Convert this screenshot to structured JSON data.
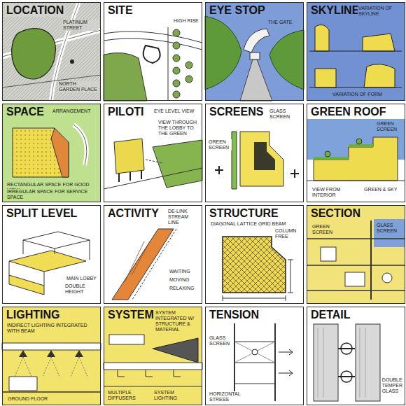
{
  "diagram": {
    "nodes": [
      {
        "text": [
          "LOCATION"
        ]
      },
      {
        "text": [
          "SITE"
        ]
      },
      {
        "text": [
          "EYE STOP"
        ]
      },
      {
        "text": [
          "SKYLINE"
        ]
      },
      {
        "text": [
          "SPACE"
        ]
      },
      {
        "text": [
          "PILOTI"
        ]
      },
      {
        "text": [
          "SCREENS"
        ]
      },
      {
        "text": [
          "GREEN ROOF"
        ]
      },
      {
        "text": [
          "SPLIT LEVEL"
        ]
      },
      {
        "text": [
          "ACTIVITY"
        ]
      },
      {
        "text": [
          "STRUCTURE"
        ]
      },
      {
        "text": [
          "SECTION"
        ]
      },
      {
        "text": [
          "LIGHTING"
        ]
      },
      {
        "text": [
          "SYSTEM"
        ]
      },
      {
        "text": [
          "TENSION"
        ]
      },
      {
        "text": [
          "DETAIL"
        ]
      }
    ],
    "labels": [
      "PLATINUM STREET",
      "NORTH GARDEN PLACE",
      "HIGH RISE",
      "THE GATE",
      "VARIATION OF SKYLINE",
      "VARIATION OF FORM",
      "ARRANGEMENT",
      "RECTANGULAR SPACE FOR GOOD VIEW",
      "IRREGULAR SPACE FOR SERVICE SPACE",
      "EYE LEVEL VIEW",
      "VIEW THROUGH THE LOBBY TO THE GREEN",
      "GLASS SCREEN",
      "GREEN SCREEN",
      "GREEN SCREEN",
      "VIEW FROM INTERIOR",
      "GREEN & SKY",
      "MAIN LOBBY",
      "DOUBLE HEIGHT",
      "DE-LINK STREAM LINE",
      "WAITING",
      "MOVING",
      "RELAXING",
      "DIAGONAL LATTICE GRID BEAM",
      "COLUMN FREE",
      "GLASS SCREEN",
      "GREEN SCREEN",
      "INDIRECT LIGHTING INTEGRATED WITH BEAM",
      "GROUND FLOOR",
      "SYSTEM INTEGRATED W/ STRUCTURE & MATERIAL",
      "MULTIPLE DIFFUSERS",
      "SYSTEM LIGHTING",
      "GLASS SCREEN",
      "HORIZONTAL STRESS",
      "DOUBLE TEMPER GLASS"
    ]
  }
}
